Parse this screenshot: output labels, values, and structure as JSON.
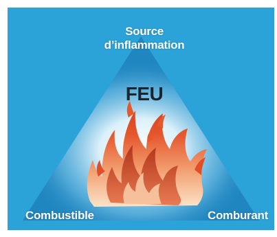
{
  "diagram": {
    "title": "FEU",
    "vertices": {
      "top": [
        "Source",
        "d’inflammation"
      ],
      "bottom_left": "Combustible",
      "bottom_right": "Comburant"
    }
  },
  "colors": {
    "background": "#2ba3d8",
    "triangle": "#1f86c0",
    "glow": "#ffffff",
    "flame_outer": "#e8552a",
    "flame_inner": "#f6c59a",
    "flame_dark": "#b7331b"
  }
}
